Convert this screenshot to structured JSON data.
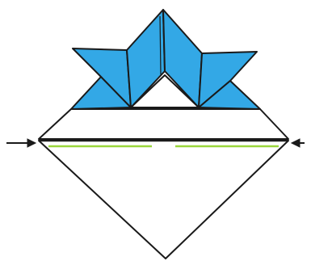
{
  "diagram": {
    "subject": "origami-samurai-helmet",
    "colors": {
      "paper_front": "#33a8e6",
      "paper_back": "#ffffff",
      "outline": "#1a1a1a",
      "crease_guide": "#9ad63c",
      "arrow": "#1a1a1a"
    },
    "arrows": [
      {
        "direction": "right"
      },
      {
        "direction": "left"
      }
    ]
  }
}
